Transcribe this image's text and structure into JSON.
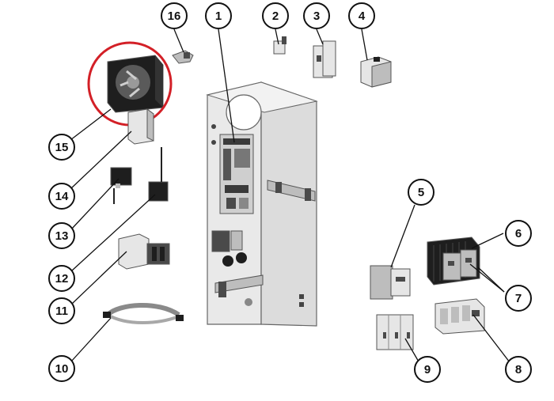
{
  "highlight_color": "#d32027",
  "callouts": {
    "c1": "1",
    "c2": "2",
    "c3": "3",
    "c4": "4",
    "c5": "5",
    "c6": "6",
    "c7": "7",
    "c8": "8",
    "c9": "9",
    "c10": "10",
    "c11": "11",
    "c12": "12",
    "c13": "13",
    "c14": "14",
    "c15": "15",
    "c16": "16"
  }
}
